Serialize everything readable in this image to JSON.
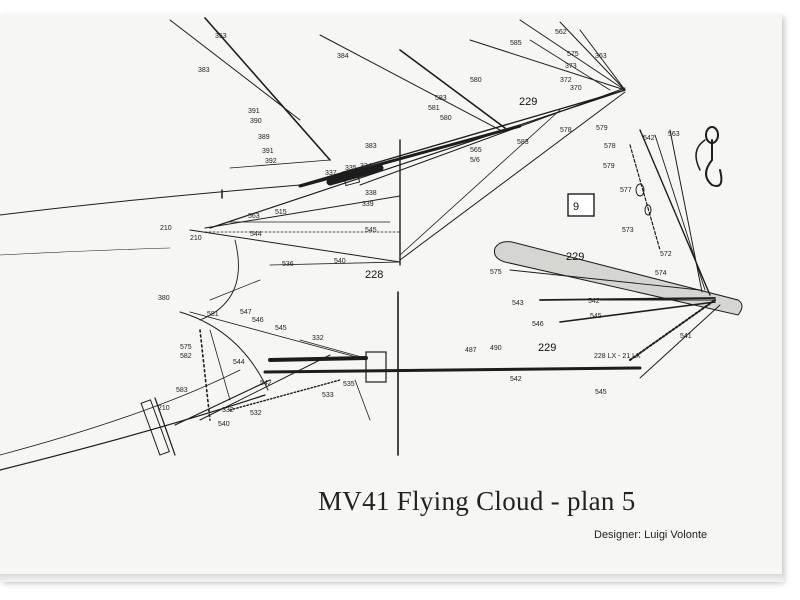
{
  "plan": {
    "title": "MV41 Flying Cloud - plan 5",
    "designer": "Designer: Luigi Volonte",
    "detail_number": "9"
  },
  "part_labels": {
    "upper_boom": "229",
    "lower_boom": "229",
    "detail_spar": "229",
    "mast_foot": "228",
    "end_fitting": "228 LX - 21 LX",
    "lower_left": "210",
    "hook_chain": "578",
    "hook_top": "579",
    "spar_543": "543",
    "spar_542": "542",
    "spar_545": "545",
    "spar_546": "546",
    "spar_541": "541",
    "spar_575": "575",
    "line_536": "536",
    "line_540": "540",
    "line_532": "532",
    "line_533": "533",
    "line_535": "535"
  }
}
